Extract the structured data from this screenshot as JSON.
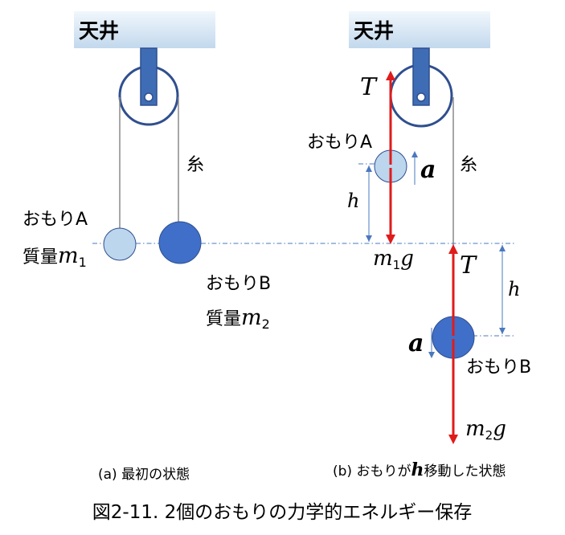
{
  "panel_a": {
    "ceiling_label": "天井",
    "string_label": "糸",
    "weight_a_label": "おもりA",
    "weight_a_mass_prefix": "質量",
    "weight_a_mass_sym": "m",
    "weight_a_mass_sub": "1",
    "weight_b_label": "おもりB",
    "weight_b_mass_prefix": "質量",
    "weight_b_mass_sym": "m",
    "weight_b_mass_sub": "2",
    "caption": "(a) 最初の状態"
  },
  "panel_b": {
    "ceiling_label": "天井",
    "string_label": "糸",
    "tension_top": "T",
    "tension_bottom": "T",
    "weight_a_label": "おもりA",
    "accel_a": "a",
    "height_a": "h",
    "gravity_a_sym": "m",
    "gravity_a_sub": "1",
    "gravity_a_g": "g",
    "height_b": "h",
    "accel_b": "a",
    "weight_b_label": "おもりB",
    "gravity_b_sym": "m",
    "gravity_b_sub": "2",
    "gravity_b_g": "g",
    "caption_prefix": "(b) おもりが",
    "caption_sym": "h",
    "caption_suffix": "移動した状態"
  },
  "figure_title": "図2-11.  2個のおもりの力学的エネルギー保存",
  "colors": {
    "ceiling_fill": "#d6e6f3",
    "outline": "#2f4f8f",
    "axle": "#3f6db5",
    "weight_a": "#bcd6ee",
    "weight_b": "#3f6fc8",
    "arrow": "#e01b1b",
    "dash": "#4a78bf"
  }
}
